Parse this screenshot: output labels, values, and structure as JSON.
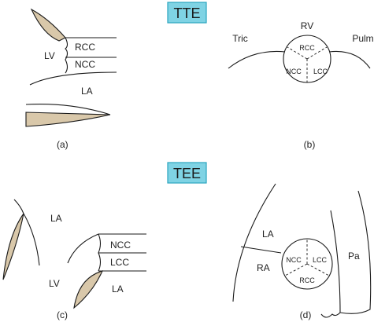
{
  "headers": {
    "top": "TTE",
    "bottom": "TEE"
  },
  "colors": {
    "header_fill": "#7fd3e4",
    "header_border": "#2aa5bf",
    "tissue": "#d9c8aa"
  },
  "panel_a": {
    "caption": "(a)",
    "lv": "LV",
    "rcc": "RCC",
    "ncc": "NCC",
    "la": "LA"
  },
  "panel_b": {
    "caption": "(b)",
    "rv": "RV",
    "tric": "Tric",
    "pulm": "Pulm",
    "rcc": "RCC",
    "ncc": "NCC",
    "lcc": "LCC"
  },
  "panel_c": {
    "caption": "(c)",
    "la_top": "LA",
    "lv": "LV",
    "ncc": "NCC",
    "lcc": "LCC",
    "la_bottom": "LA"
  },
  "panel_d": {
    "caption": "(d)",
    "la": "LA",
    "ra": "RA",
    "pa": "Pa",
    "ncc": "NCC",
    "lcc": "LCC",
    "rcc": "RCC"
  }
}
